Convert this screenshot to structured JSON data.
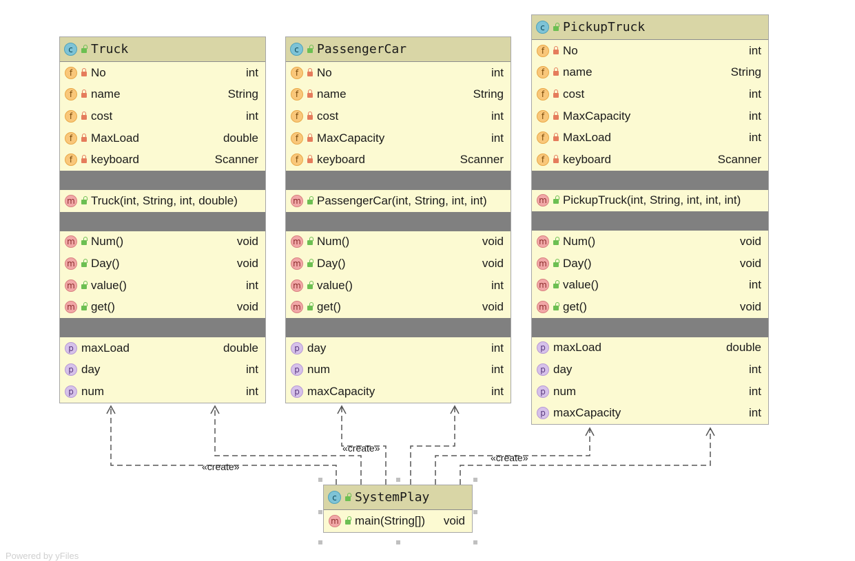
{
  "classes": {
    "truck": {
      "kind": "c",
      "name": "Truck",
      "fields": [
        {
          "name": "No",
          "type": "int"
        },
        {
          "name": "name",
          "type": "String"
        },
        {
          "name": "cost",
          "type": "int"
        },
        {
          "name": "MaxLoad",
          "type": "double"
        },
        {
          "name": "keyboard",
          "type": "Scanner"
        }
      ],
      "constructors": [
        {
          "name": "Truck(int, String, int, double)",
          "type": ""
        }
      ],
      "methods": [
        {
          "name": "Num()",
          "type": "void"
        },
        {
          "name": "Day()",
          "type": "void"
        },
        {
          "name": "value()",
          "type": "int"
        },
        {
          "name": "get()",
          "type": "void"
        }
      ],
      "properties": [
        {
          "name": "maxLoad",
          "type": "double"
        },
        {
          "name": "day",
          "type": "int"
        },
        {
          "name": "num",
          "type": "int"
        }
      ]
    },
    "passengercar": {
      "kind": "c",
      "name": "PassengerCar",
      "fields": [
        {
          "name": "No",
          "type": "int"
        },
        {
          "name": "name",
          "type": "String"
        },
        {
          "name": "cost",
          "type": "int"
        },
        {
          "name": "MaxCapacity",
          "type": "int"
        },
        {
          "name": "keyboard",
          "type": "Scanner"
        }
      ],
      "constructors": [
        {
          "name": "PassengerCar(int, String, int, int)",
          "type": ""
        }
      ],
      "methods": [
        {
          "name": "Num()",
          "type": "void"
        },
        {
          "name": "Day()",
          "type": "void"
        },
        {
          "name": "value()",
          "type": "int"
        },
        {
          "name": "get()",
          "type": "void"
        }
      ],
      "properties": [
        {
          "name": "day",
          "type": "int"
        },
        {
          "name": "num",
          "type": "int"
        },
        {
          "name": "maxCapacity",
          "type": "int"
        }
      ]
    },
    "pickuptruck": {
      "kind": "c",
      "name": "PickupTruck",
      "fields": [
        {
          "name": "No",
          "type": "int"
        },
        {
          "name": "name",
          "type": "String"
        },
        {
          "name": "cost",
          "type": "int"
        },
        {
          "name": "MaxCapacity",
          "type": "int"
        },
        {
          "name": "MaxLoad",
          "type": "int"
        },
        {
          "name": "keyboard",
          "type": "Scanner"
        }
      ],
      "constructors": [
        {
          "name": "PickupTruck(int, String, int, int, int)",
          "type": ""
        }
      ],
      "methods": [
        {
          "name": "Num()",
          "type": "void"
        },
        {
          "name": "Day()",
          "type": "void"
        },
        {
          "name": "value()",
          "type": "int"
        },
        {
          "name": "get()",
          "type": "void"
        }
      ],
      "properties": [
        {
          "name": "maxLoad",
          "type": "double"
        },
        {
          "name": "day",
          "type": "int"
        },
        {
          "name": "num",
          "type": "int"
        },
        {
          "name": "maxCapacity",
          "type": "int"
        }
      ]
    },
    "systemplay": {
      "kind": "c",
      "name": "SystemPlay",
      "methods": [
        {
          "name": "main(String[])",
          "type": "void"
        }
      ]
    }
  },
  "edges": [
    {
      "from": "systemplay",
      "to": "truck",
      "label": "«create»"
    },
    {
      "from": "systemplay",
      "to": "truck",
      "label": ""
    },
    {
      "from": "systemplay",
      "to": "passengercar",
      "label": "«create»"
    },
    {
      "from": "systemplay",
      "to": "passengercar",
      "label": ""
    },
    {
      "from": "systemplay",
      "to": "pickuptruck",
      "label": "«create»"
    },
    {
      "from": "systemplay",
      "to": "pickuptruck",
      "label": ""
    }
  ],
  "badges": {
    "field": "f",
    "method": "m",
    "property": "p",
    "class": "c"
  },
  "colors": {
    "class_fill": "#fcfad2",
    "header_fill": "#d9d6a6",
    "separator": "#808080",
    "edge": "#555555",
    "field_badge": "#f9c77a",
    "method_badge": "#f1a7a7",
    "property_badge": "#d6c1ea",
    "class_badge": "#7ec3d6",
    "private_lock": "#e57c5c",
    "public_lock": "#6cbf52"
  },
  "watermark": "Powered by yFiles"
}
